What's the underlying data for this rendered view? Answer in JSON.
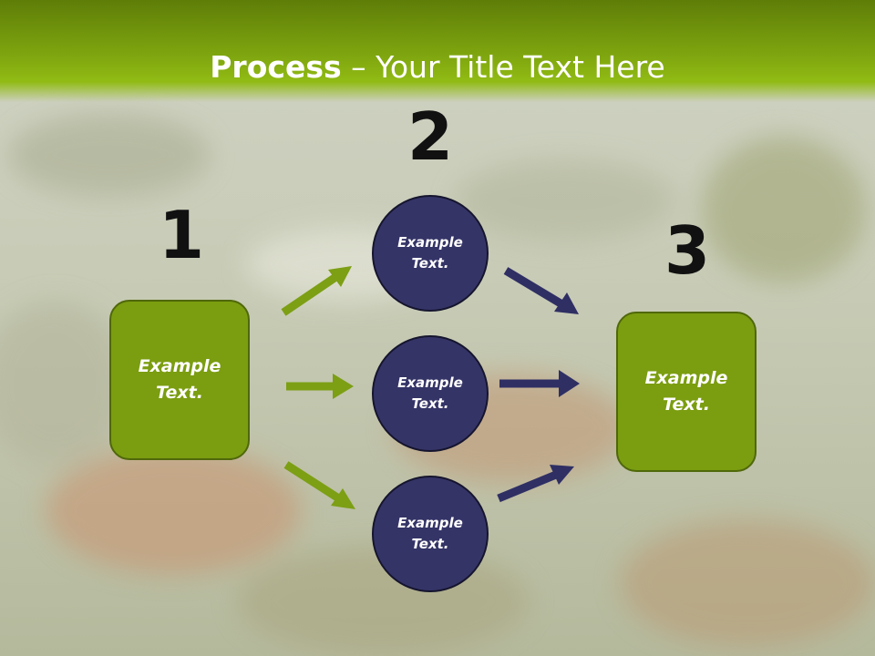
{
  "slide": {
    "title_bold": "Process",
    "title_rest": " – Your Title Text Here"
  },
  "steps": {
    "one": {
      "number": "1",
      "box_text": "Example\nText."
    },
    "two": {
      "number": "2",
      "circles": [
        {
          "text": "Example\nText."
        },
        {
          "text": "Example\nText."
        },
        {
          "text": "Example\nText."
        }
      ]
    },
    "three": {
      "number": "3",
      "box_text": "Example\nText."
    }
  },
  "colors": {
    "header_green": "#7fa60f",
    "box_green": "#7b9d10",
    "circle_navy": "#353467",
    "arrow_green": "#7c9f14",
    "arrow_navy": "#2f2f64"
  }
}
